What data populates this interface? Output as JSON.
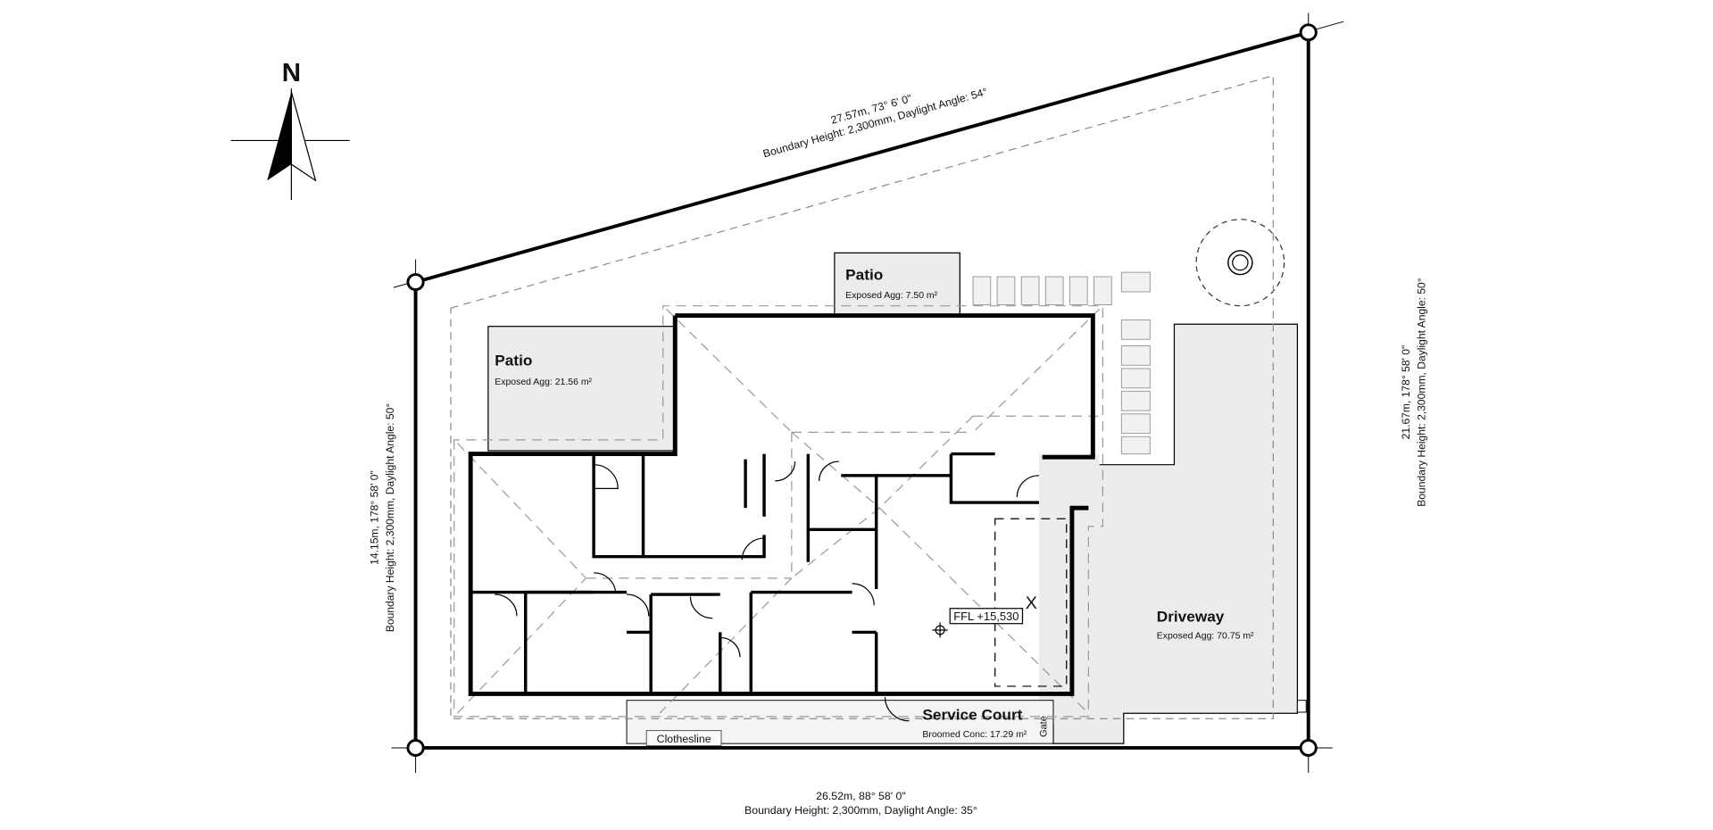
{
  "north_arrow": {
    "label": "N"
  },
  "boundaries": {
    "north": {
      "line1": "27.57m, 73° 6' 0\"",
      "line2": "Boundary Height: 2,300mm, Daylight Angle: 54°"
    },
    "west": {
      "line1": "14.15m, 178° 58' 0\"",
      "line2": "Boundary Height: 2,300mm, Daylight Angle: 50°"
    },
    "east": {
      "line1": "21.67m, 178° 58' 0\"",
      "line2": "Boundary Height: 2,300mm, Daylight Angle: 50°"
    },
    "south": {
      "line1": "26.52m, 88° 58' 0\"",
      "line2": "Boundary Height: 2,300mm, Daylight Angle: 35°"
    }
  },
  "areas": {
    "patio_west": {
      "title": "Patio",
      "detail": "Exposed Agg: 21.56 m²"
    },
    "patio_north": {
      "title": "Patio",
      "detail": "Exposed Agg: 7.50 m²"
    },
    "driveway": {
      "title": "Driveway",
      "detail": "Exposed Agg: 70.75 m²"
    },
    "service_court": {
      "title": "Service Court",
      "detail": "Broomed Conc: 17.29 m²"
    }
  },
  "labels": {
    "clothesline": "Clothesline",
    "gate": "Gate",
    "ffl": "FFL +15,530"
  },
  "colors": {
    "paving_fill": "#ececec",
    "line": "#000000",
    "dashed": "#8a8a8a"
  }
}
